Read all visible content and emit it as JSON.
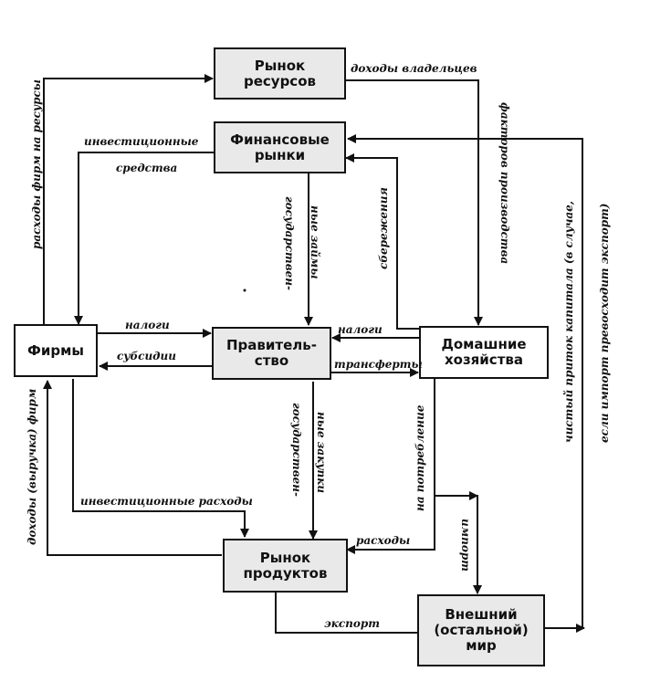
{
  "boxes": {
    "resource_market": "Рынок ресурсов",
    "financial_markets": "Финансовые рынки",
    "firms": "Фирмы",
    "government": "Правитель-ство",
    "households": "Домашние хозяйства",
    "product_market": "Рынок продуктов",
    "rest_of_world": "Внешний (остальной) мир"
  },
  "labels": {
    "owner_income": "доходы владельцев",
    "factor_income": "факторов производства",
    "firm_resource_spending": "расходы фирм на ресурсы",
    "investment_funds_1": "инвестиционные",
    "investment_funds_2": "средства",
    "gov_loans_1": "государствен-",
    "gov_loans_2": "ные займы",
    "savings": "сбережения",
    "capital_inflow_1": "чистый приток капитала (в случае,",
    "capital_inflow_2": "если импорт превосходит экспорт)",
    "taxes_firms": "налоги",
    "subsidies": "субсидии",
    "taxes_households": "налоги",
    "transfers": "трансферты",
    "firm_revenue": "доходы (выручка) фирм",
    "investment_spending": "инвестиционные расходы",
    "gov_purchases_1": "государствен-",
    "gov_purchases_2": "ные закупки",
    "consumption": "на потребление",
    "spending": "расходы",
    "imports": "импорт",
    "exports": "экспорт"
  }
}
